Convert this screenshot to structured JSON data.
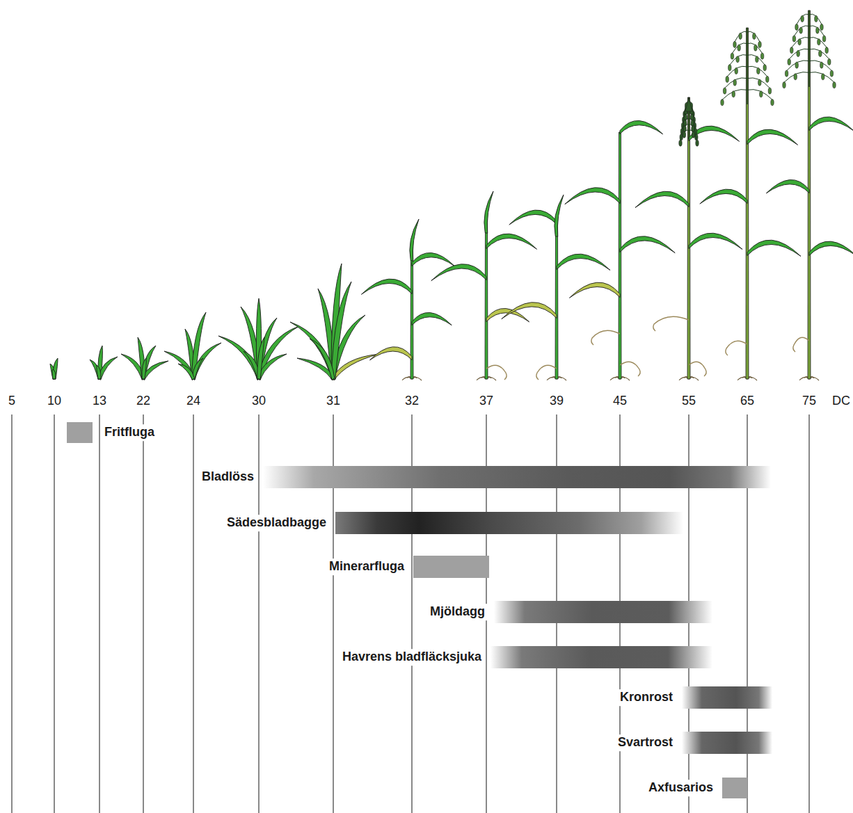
{
  "diagram": {
    "nodes": [
      {
        "text": [
          "Fritfluga"
        ]
      },
      {
        "text": [
          "Bladlöss"
        ]
      },
      {
        "text": [
          "Sädesbladbagge"
        ]
      },
      {
        "text": [
          "Minerarfluga"
        ]
      },
      {
        "text": [
          "Mjöldagg"
        ]
      },
      {
        "text": [
          "Havrens bladfläcksjuka"
        ]
      },
      {
        "text": [
          "Kronrost"
        ]
      },
      {
        "text": [
          "Svartrost"
        ]
      },
      {
        "text": [
          "Axfusarios"
        ]
      }
    ],
    "labels": [
      "5",
      "10",
      "13",
      "22",
      "24",
      "30",
      "31",
      "32",
      "37",
      "39",
      "45",
      "55",
      "65",
      "75",
      "DC"
    ]
  }
}
